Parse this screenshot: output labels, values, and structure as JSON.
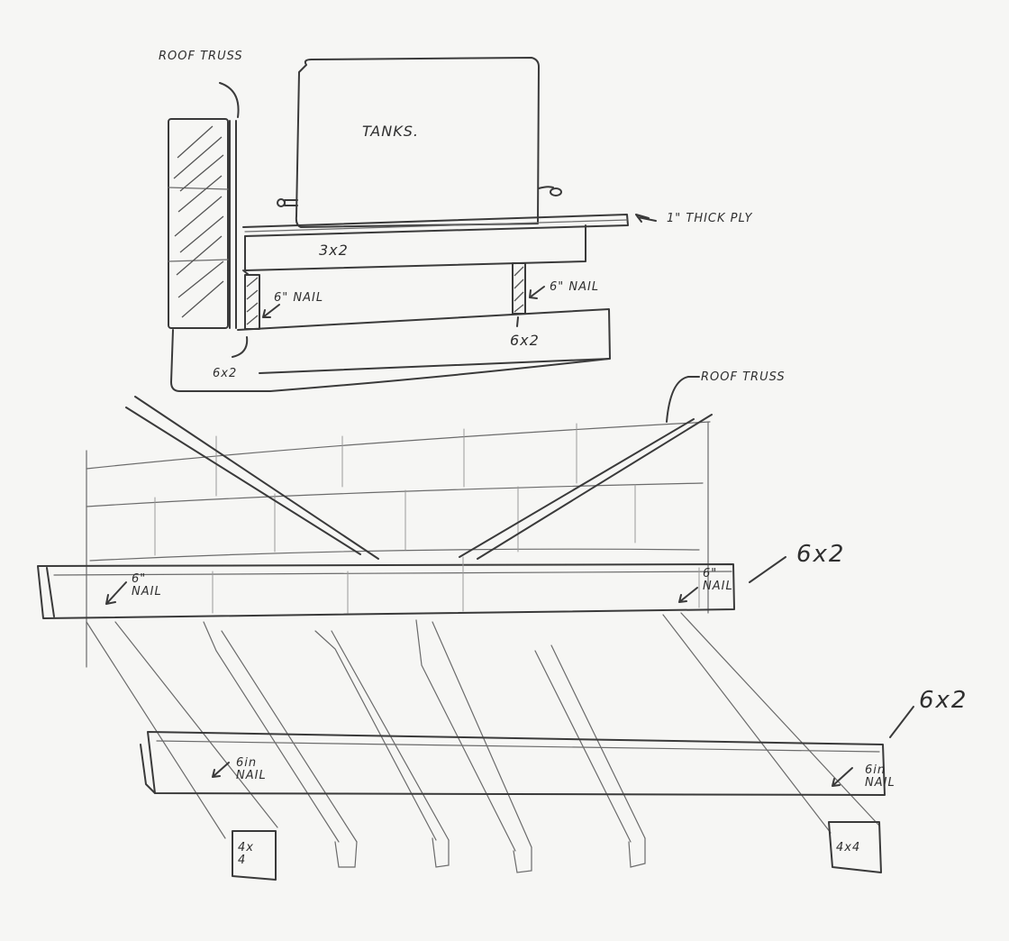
{
  "side_view": {
    "roof_truss_label": "ROOF TRUSS",
    "tanks_label": "TANKS.",
    "ply_label": "1\" THICK PLY",
    "rail_label": "3x2",
    "nail_left_label": "6\" NAIL",
    "nail_right_label": "6\" NAIL",
    "joist_label": "6x2",
    "truss_section_label": "6x2"
  },
  "perspective_view": {
    "roof_truss_label": "ROOF TRUSS",
    "upper_beam": {
      "size_label": "6x2",
      "nail_left": {
        "line1": "6\"",
        "line2": "NAIL"
      },
      "nail_right": {
        "line1": "6\"",
        "line2": "NAIL"
      }
    },
    "lower_beam": {
      "size_label": "6x2",
      "nail_left": {
        "line1": "6in",
        "line2": "NAIL"
      },
      "nail_right": {
        "line1": "6in",
        "line2": "NAIL"
      }
    },
    "post_left": {
      "line1": "4x",
      "line2": "4"
    },
    "post_right_label": "4x4"
  },
  "colors": {
    "paper": "#f6f6f4",
    "ink": "#3a3a3a",
    "light_ink": "#9a9a9a"
  }
}
